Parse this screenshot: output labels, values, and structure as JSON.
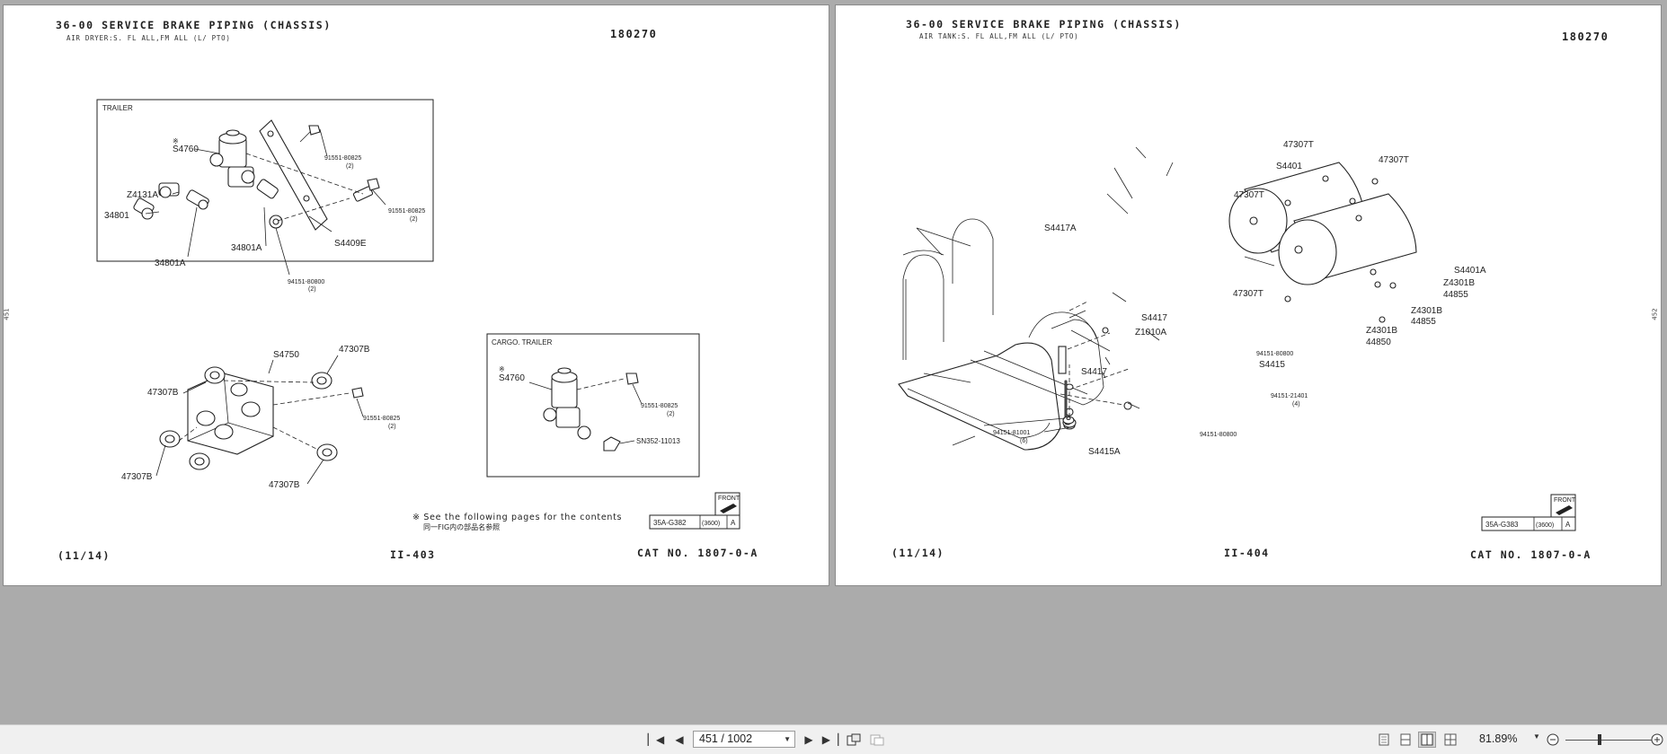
{
  "left_page": {
    "title": "36-00 SERVICE BRAKE PIPING (CHASSIS)",
    "subtitle": "AIR DRYER:S. FL ALL,FM ALL (L/ PTO)",
    "number": "180270",
    "margin_number": "451",
    "footer": {
      "sheet": "(11/14)",
      "page_code": "II-403",
      "catalog": "CAT NO. 1807-0-A"
    },
    "note_en": "※ See the following pages for the contents",
    "note_jp": "同一FIG内の部品名参照",
    "frames": {
      "trailer": "TRAILER",
      "cargo_trailer": "CARGO. TRAILER"
    },
    "callouts": {
      "s4760": "S4760",
      "s4760_mark": "※",
      "p91551_top": "91551-80825",
      "p91551_top_qty": "(2)",
      "z4131a": "Z4131A",
      "p34801": "34801",
      "p91551_mid": "91551-80825",
      "p91551_mid_qty": "(2)",
      "p34801a_r": "34801A",
      "s4409e": "S4409E",
      "p34801a_b": "34801A",
      "p94151": "94151-80800",
      "p94151_qty": "(2)",
      "s4750": "S4750",
      "p47307b_tr": "47307B",
      "p47307b_l": "47307B",
      "p91551_low": "91551-80825",
      "p91551_low_qty": "(2)",
      "p47307b_bl": "47307B",
      "p47307b_br": "47307B",
      "c_s4760": "S4760",
      "c_mark": "※",
      "c_91551": "91551-80825",
      "c_91551_qty": "(2)",
      "c_sn352": "SN352-11013"
    },
    "stamp": {
      "code": "35A-G382",
      "qty": "(3600)",
      "letter": "A",
      "front": "FRONT"
    }
  },
  "right_page": {
    "title": "36-00 SERVICE BRAKE PIPING (CHASSIS)",
    "subtitle": "AIR TANK:S. FL ALL,FM ALL (L/ PTO)",
    "number": "180270",
    "margin_number": "452",
    "footer": {
      "sheet": "(11/14)",
      "page_code": "II-404",
      "catalog": "CAT NO. 1807-0-A"
    },
    "callouts": {
      "p47307t_top": "47307T",
      "p47307t_tr": "47307T",
      "s4401": "S4401",
      "p47307t_l": "47307T",
      "s4417a": "S4417A",
      "s4401a": "S4401A",
      "z4301b_1": "Z4301B",
      "p44855_1": "44855",
      "p47307t_bl": "47307T",
      "z4301b_2": "Z4301B",
      "p44855_2": "44855",
      "s4417_top": "S4417",
      "z4301b_3": "Z4301B",
      "z1010a": "Z1010A",
      "p44850": "44850",
      "p94151_80800_a": "94151-80800",
      "s4415": "S4415",
      "s4417_l": "S4417",
      "p94151_21401": "94151-21401",
      "p94151_21401_qty": "(4)",
      "p94151_81001": "94151-81001",
      "p94151_81001_qty": "(6)",
      "p94151_80800_b": "94151-80800",
      "s4415a": "S4415A"
    },
    "stamp": {
      "code": "35A-G383",
      "qty": "(3600)",
      "letter": "A",
      "front": "FRONT"
    }
  },
  "toolbar": {
    "page_indicator": "451 / 1002",
    "zoom": "81.89%",
    "icons": {
      "first": "first-page-icon",
      "prev": "prev-page-icon",
      "next": "next-page-icon",
      "last": "last-page-icon",
      "rotate": "rotate-icon",
      "view": "view-icon",
      "single": "single-page-icon",
      "continuous": "continuous-icon",
      "facing": "facing-pages-icon",
      "facing_cont": "facing-continuous-icon",
      "zoom_out": "zoom-out-icon",
      "zoom_in": "zoom-in-icon"
    }
  }
}
